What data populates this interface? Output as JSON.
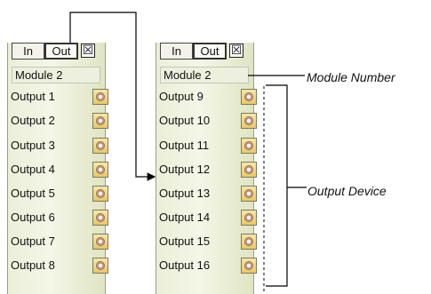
{
  "left_panel": {
    "tabs": {
      "in": "In",
      "out": "Out",
      "close": "☒"
    },
    "module_label": "Module 2",
    "outputs": [
      "Output 1",
      "Output 2",
      "Output 3",
      "Output 4",
      "Output 5",
      "Output 6",
      "Output 7",
      "Output 8"
    ]
  },
  "right_panel": {
    "tabs": {
      "in": "In",
      "out": "Out",
      "close": "☒"
    },
    "module_label": "Module 2",
    "outputs": [
      "Output 9",
      "Output 10",
      "Output 11",
      "Output 12",
      "Output 13",
      "Output 14",
      "Output 15",
      "Output 16"
    ]
  },
  "annotations": {
    "module_number": "Module Number",
    "output_device": "Output Device"
  },
  "colors": {
    "panel_bg": "#ebefd8",
    "jack_bg": "#e8c868",
    "line": "#000000"
  },
  "icons": {
    "jack": "output-jack-icon",
    "close": "close-box-icon"
  }
}
